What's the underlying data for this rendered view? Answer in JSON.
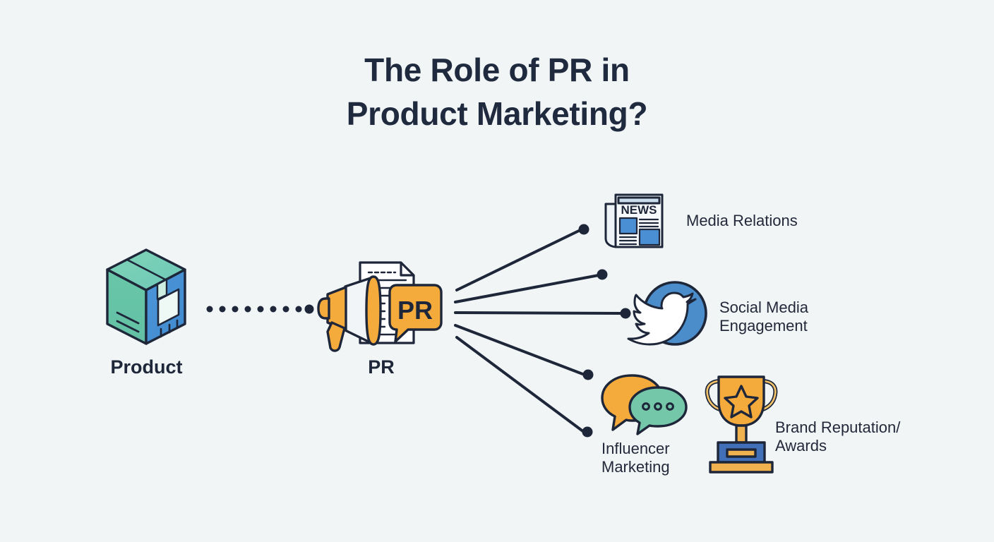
{
  "page": {
    "background_color": "#f1f5f6",
    "accent_orange": "#f5ab3c",
    "accent_blue": "#4b8dcb",
    "accent_green": "#74c7a8",
    "accent_teal": "#6dc4a7",
    "ink": "#1e2639"
  },
  "title": {
    "line1": "The Role of PR in",
    "line2": "Product Marketing?"
  },
  "nodes": {
    "source": {
      "label": "Product",
      "icon": "product-box-icon"
    },
    "hub": {
      "label": "PR",
      "icon": "megaphone-icon",
      "badge_text": "PR"
    }
  },
  "connector": {
    "style": "dotted",
    "dot_count": 9
  },
  "branches": [
    {
      "id": "media-relations",
      "icon": "newspaper-icon",
      "icon_text": "NEWS",
      "label_lines": [
        "Media Relations"
      ]
    },
    {
      "id": "social-media-engagement",
      "icon": "twitter-bird-icon",
      "label_lines": [
        "Social Media",
        "Engagement"
      ]
    },
    {
      "id": "influencer-marketing",
      "icon": "speech-bubbles-icon",
      "label_lines": [
        "Influencer",
        "Marketing"
      ]
    },
    {
      "id": "brand-reputation-awards",
      "icon": "trophy-icon",
      "label_lines": [
        "Brand Reputation/",
        "Awards"
      ]
    }
  ]
}
